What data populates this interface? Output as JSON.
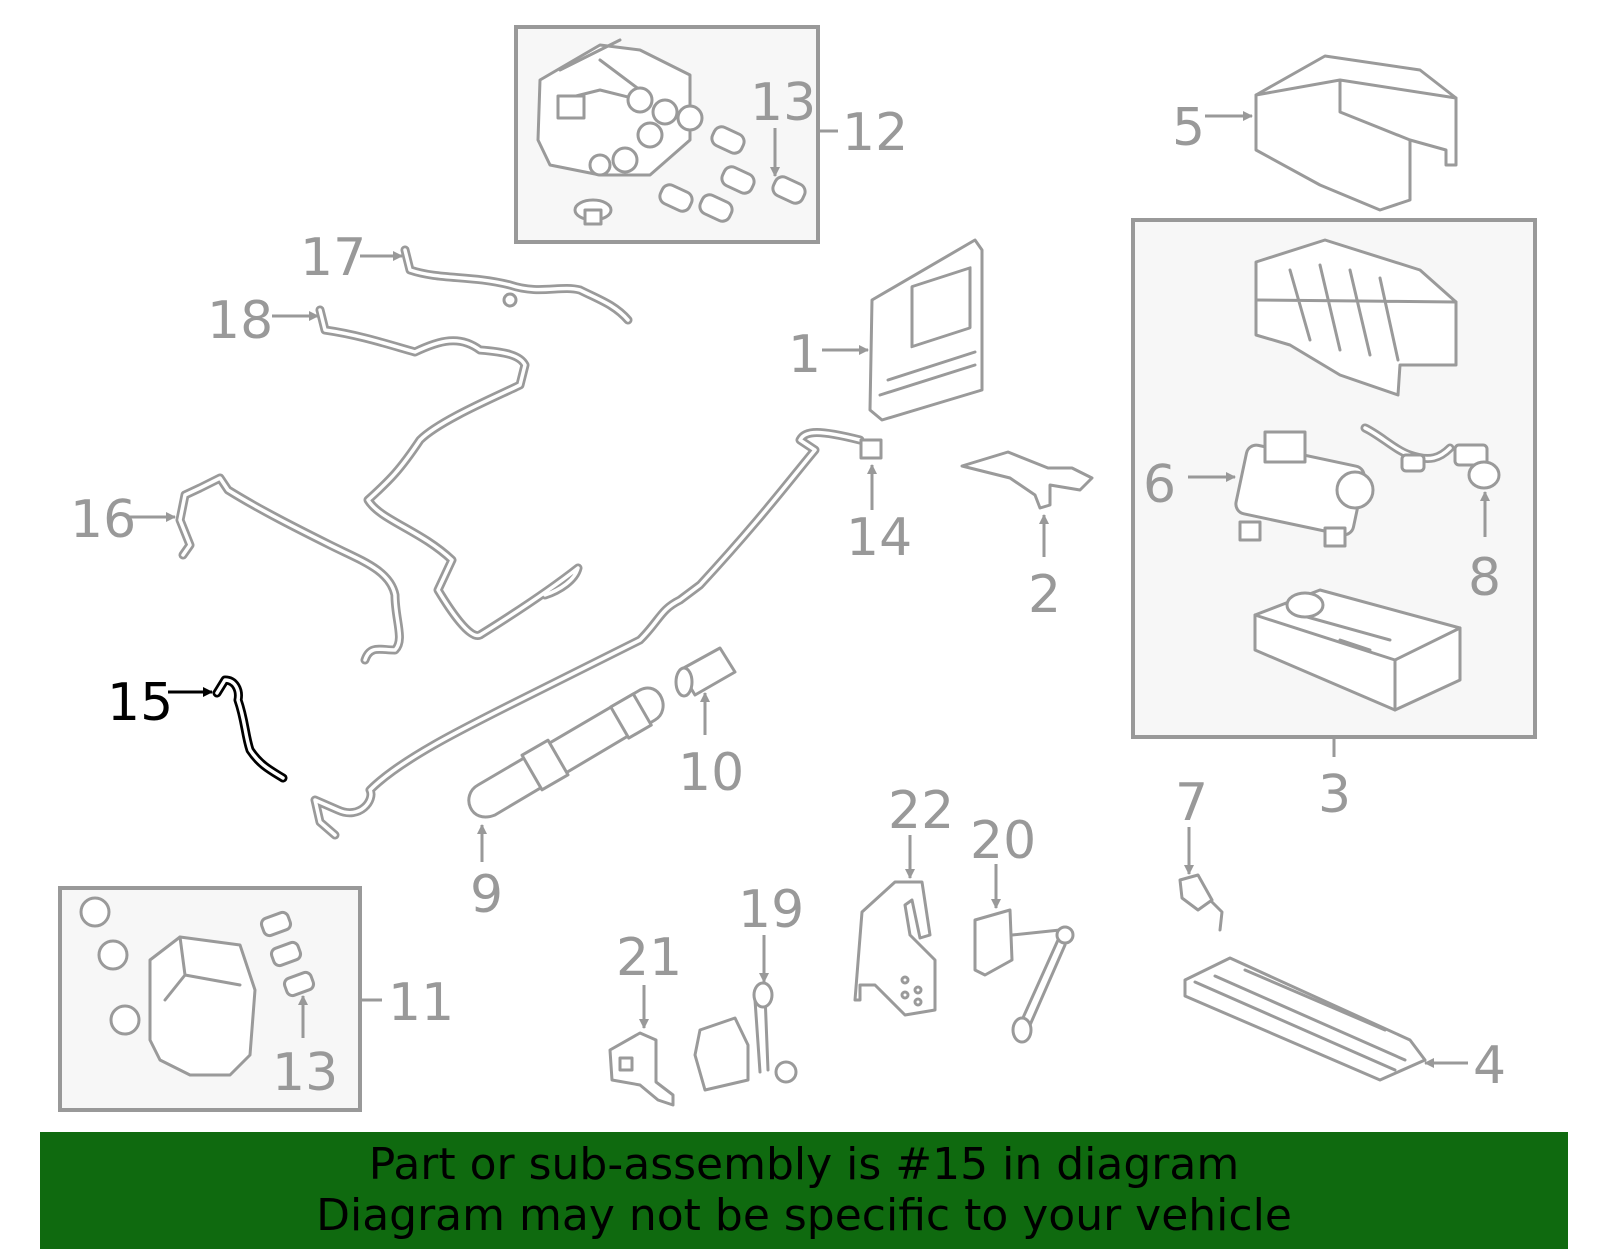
{
  "colors": {
    "line": "#9a9a9a",
    "label": "#999999",
    "highlight": "#000000",
    "box_fill": "#f7f7f7",
    "banner": "#0f6a0f"
  },
  "callouts": {
    "n1": "1",
    "n2": "2",
    "n3": "3",
    "n4": "4",
    "n5": "5",
    "n6": "6",
    "n7": "7",
    "n8": "8",
    "n9": "9",
    "n10": "10",
    "n11": "11",
    "n12": "12",
    "n13_top": "13",
    "n13_bottom": "13",
    "n14": "14",
    "n15": "15",
    "n16": "16",
    "n17": "17",
    "n18": "18",
    "n19": "19",
    "n20": "20",
    "n21": "21",
    "n22": "22"
  },
  "highlighted_part": "15",
  "banner": {
    "line1": "Part or sub-assembly is #15 in diagram",
    "line2": "Diagram may not be specific to your vehicle"
  }
}
